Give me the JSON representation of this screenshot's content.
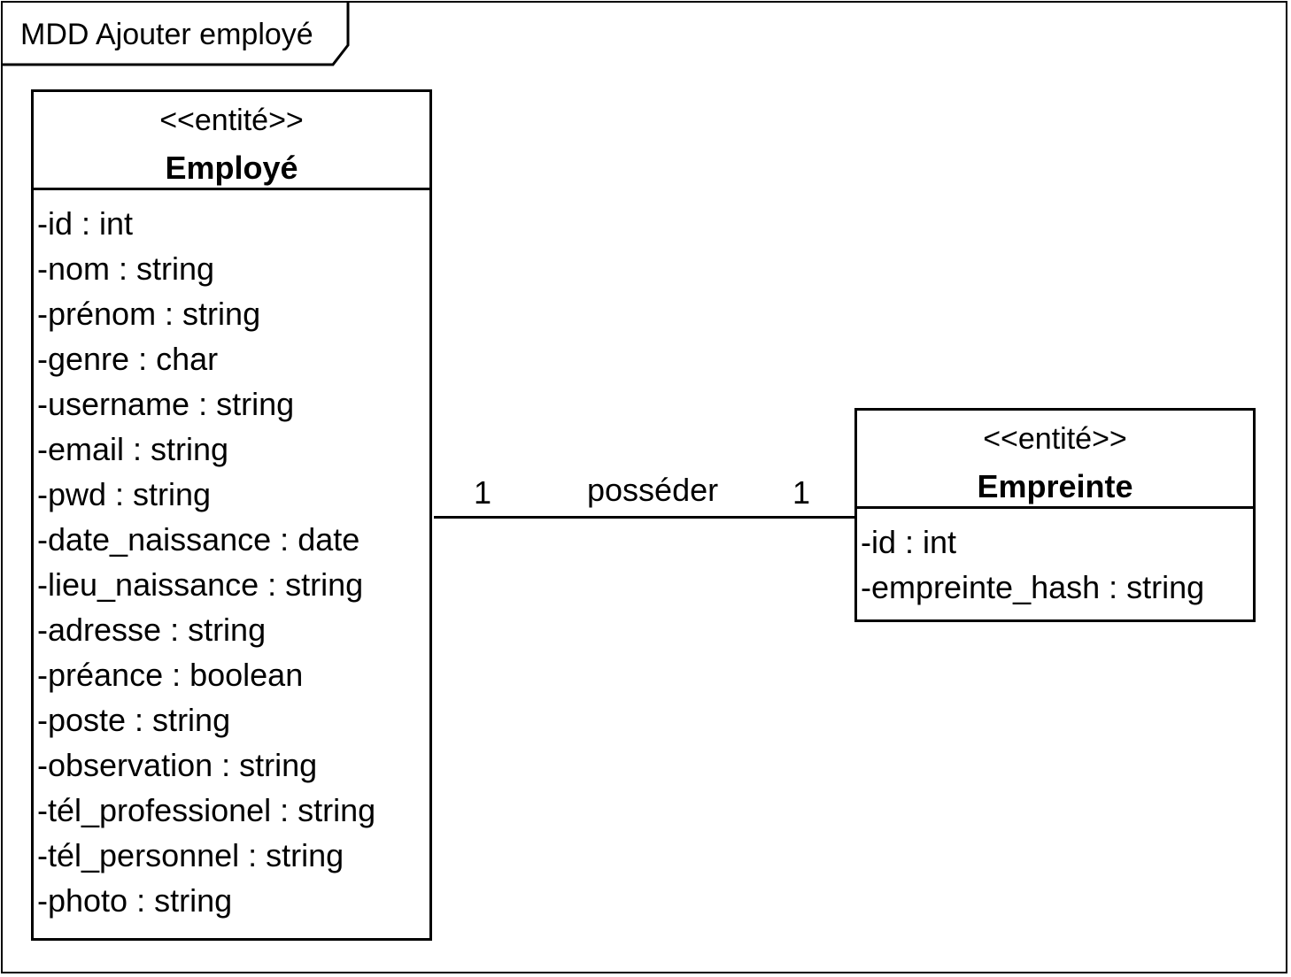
{
  "diagram": {
    "frame_title": "MDD Ajouter employé"
  },
  "entities": [
    {
      "id": "employe",
      "stereotype": "<<entité>>",
      "name": "Employé",
      "attributes": [
        "-id : int",
        "-nom : string",
        "-prénom : string",
        "-genre : char",
        "-username : string",
        "-email : string",
        "-pwd : string",
        "-date_naissance : date",
        "-lieu_naissance : string",
        "-adresse : string",
        "-préance : boolean",
        "-poste : string",
        "-observation : string",
        "-tél_professionel : string",
        "-tél_personnel : string",
        "-photo : string"
      ]
    },
    {
      "id": "empreinte",
      "stereotype": "<<entité>>",
      "name": "Empreinte",
      "attributes": [
        "-id : int",
        "-empreinte_hash : string"
      ]
    }
  ],
  "association": {
    "name": "posséder",
    "multiplicity_left": "1",
    "multiplicity_right": "1"
  }
}
